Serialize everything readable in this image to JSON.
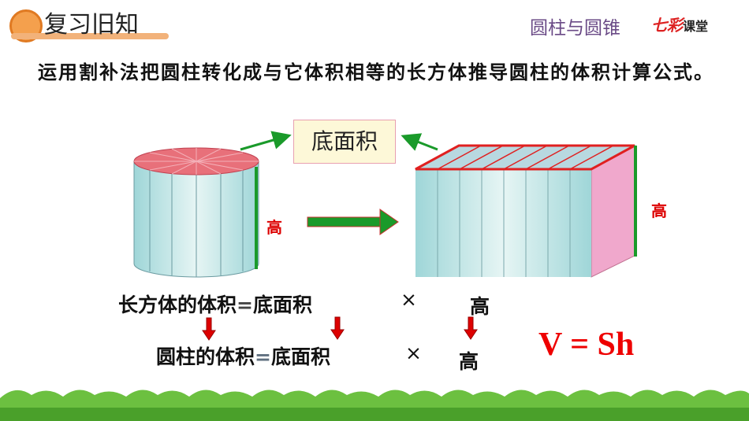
{
  "header": {
    "title": "复习旧知",
    "chapter": "圆柱与圆锥",
    "brand_logo": "七彩课堂"
  },
  "intro": "运用割补法把圆柱转化成与它体积相等的长方体推导圆柱的体积计算公式。",
  "diagram": {
    "base_area_label": "底面积",
    "height_label": "高"
  },
  "formula": {
    "row1": {
      "left": "长方体的体积",
      "eq": "=",
      "base": "底面积",
      "times": "×",
      "height": "高"
    },
    "row2": {
      "left": "圆柱的体积",
      "eq": "=",
      "base": "底面积",
      "times": "×",
      "height": "高"
    },
    "result": "V = Sh"
  },
  "colors": {
    "green": "#1a9a2a",
    "red": "#e00000",
    "accent": "#6a4a86"
  }
}
